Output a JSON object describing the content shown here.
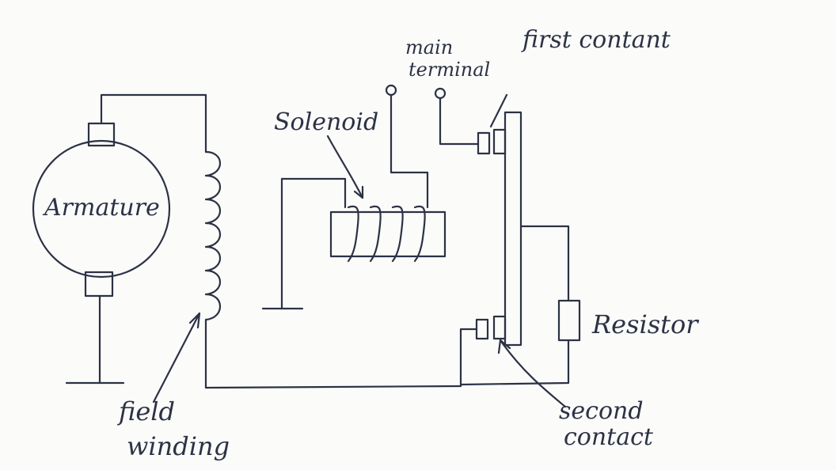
{
  "labels": {
    "armature": "Armature",
    "solenoid": "Solenoid",
    "main_terminal_line1": "main",
    "main_terminal_line2": "terminal",
    "first_contact": "first contant",
    "resistor": "Resistor",
    "second_contact_line1": "second",
    "second_contact_line2": "contact",
    "field_winding_line1": "field",
    "field_winding_line2": "winding"
  },
  "colors": {
    "ink": "#2c3244",
    "paper": "#fbfbfa"
  }
}
